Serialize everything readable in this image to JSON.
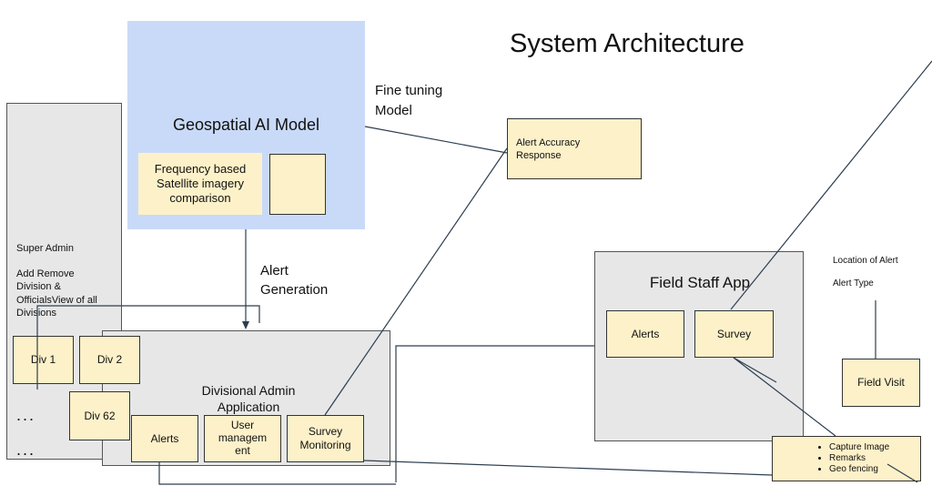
{
  "title": "System Architecture",
  "geo_model": {
    "title": "Geospatial AI Model",
    "freq_box": "Frequency based Satellite imagery comparison",
    "empty_box": ""
  },
  "fine_tuning_label": "Fine tuning\nModel",
  "alert_accuracy": "Alert Accuracy\nResponse",
  "alert_generation_label": "Alert\nGeneration",
  "super_admin": {
    "title": "Super Admin",
    "description": "Add Remove\nDivision &\nOfficialsView of all\nDivisions",
    "divs": [
      "Div 1",
      "Div 2",
      "Div 62"
    ],
    "ellipsis_1": "...",
    "ellipsis_2": "..."
  },
  "divisional_admin": {
    "title": "Divisional Admin\nApplication",
    "modules": [
      "Alerts",
      "User\nmanagem\nent",
      "Survey\nMonitoring"
    ]
  },
  "field_staff": {
    "title": "Field Staff App",
    "modules": [
      "Alerts",
      "Survey"
    ]
  },
  "location_label": "Location of Alert",
  "alert_type_label": "Alert Type",
  "field_visit": "Field Visit",
  "survey_items": [
    "Capture Image",
    "Remarks",
    "Geo fencing"
  ]
}
